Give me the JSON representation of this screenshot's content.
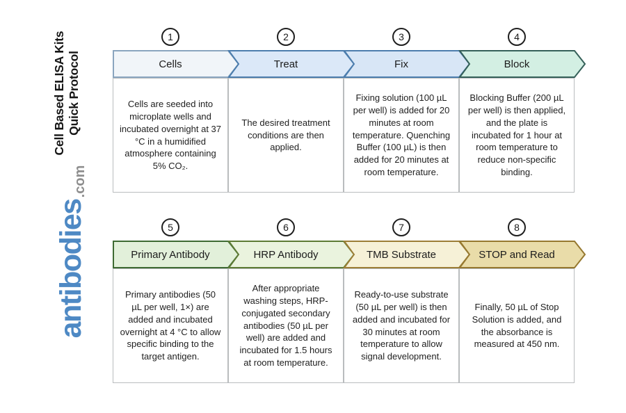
{
  "sidebar": {
    "title_line1": "Cell Based ELISA Kits",
    "title_line2": "Quick Protocol",
    "logo_text": "antibodies",
    "logo_suffix": ".com",
    "logo_color": "#4e89c4",
    "logo_suffix_color": "#8e8e8e"
  },
  "diagram": {
    "rows": [
      {
        "steps": [
          {
            "number": "1",
            "label": "Cells",
            "description": "Cells are seeded into microplate wells and incubated overnight at 37 °C in a humidified atmosphere containing 5% CO₂.",
            "fill": "#f1f5f9",
            "stroke": "#8aa5bf"
          },
          {
            "number": "2",
            "label": "Treat",
            "description": "The desired treatment conditions are then applied.",
            "fill": "#dbe8f8",
            "stroke": "#4c7dad"
          },
          {
            "number": "3",
            "label": "Fix",
            "description": "Fixing solution (100 µL per well) is added for 20 minutes at room temperature. Quenching Buffer (100 µL) is then added for 20 minutes at room temperature.",
            "fill": "#d8e6f6",
            "stroke": "#4c7dad"
          },
          {
            "number": "4",
            "label": "Block",
            "description": "Blocking Buffer (200 µL per well) is then applied, and the plate is incubated for 1 hour at room temperature to reduce non-specific binding.",
            "fill": "#d3efe3",
            "stroke": "#356059"
          }
        ]
      },
      {
        "steps": [
          {
            "number": "5",
            "label": "Primary Antibody",
            "description": "Primary antibodies (50 µL per well, 1×) are added and incubated overnight at 4 °C to allow specific binding to the target antigen.",
            "fill": "#e2f0da",
            "stroke": "#3e6a33"
          },
          {
            "number": "6",
            "label": "HRP Antibody",
            "description": "After appropriate washing steps, HRP-conjugated secondary antibodies (50 µL per well) are added and incubated for 1.5 hours at room temperature.",
            "fill": "#eaf3de",
            "stroke": "#5d7b35"
          },
          {
            "number": "7",
            "label": "TMB Substrate",
            "description": "Ready-to-use substrate (50 µL per well) is then added and incubated for 30 minutes at room temperature to allow signal development.",
            "fill": "#f6f1d7",
            "stroke": "#9c7e36"
          },
          {
            "number": "8",
            "label": "STOP and Read",
            "description": "Finally, 50 µL of Stop Solution is added, and the absorbance is measured at 450 nm.",
            "fill": "#e9dca9",
            "stroke": "#96782f"
          }
        ]
      }
    ]
  }
}
